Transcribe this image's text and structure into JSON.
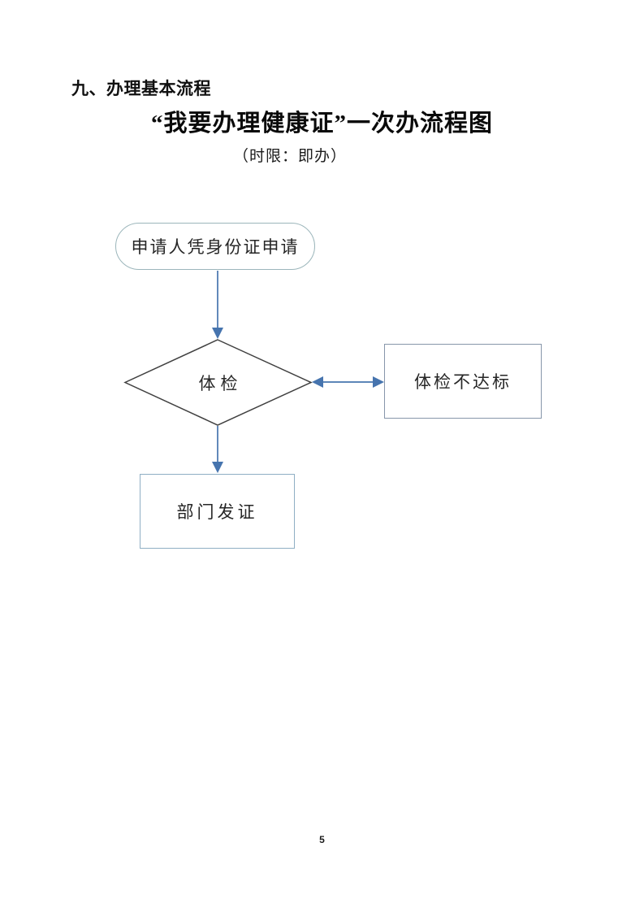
{
  "colors": {
    "arrow": "#4674ae",
    "oval-border": "#9cb6bb",
    "diamond-border": "#404040",
    "rect-fail-border": "#8796aa",
    "rect-issue-border": "#8fafc4",
    "text": "#262626"
  },
  "document": {
    "section_heading": "九、办理基本流程",
    "title": "“我要办理健康证”一次办流程图",
    "subtitle": "（时限：即办）",
    "page_number": "5"
  },
  "flowchart": {
    "start": {
      "shape": "rounded-oval",
      "label": "申请人凭身份证申请"
    },
    "decision": {
      "shape": "diamond",
      "label": "体检"
    },
    "fail": {
      "shape": "rectangle",
      "label": "体检不达标"
    },
    "issue": {
      "shape": "rectangle",
      "label": "部门发证"
    },
    "edges": [
      {
        "from": "start",
        "to": "decision",
        "type": "arrow-down"
      },
      {
        "from": "decision",
        "to": "fail",
        "type": "double-arrow"
      },
      {
        "from": "decision",
        "to": "issue",
        "type": "arrow-down"
      }
    ]
  }
}
